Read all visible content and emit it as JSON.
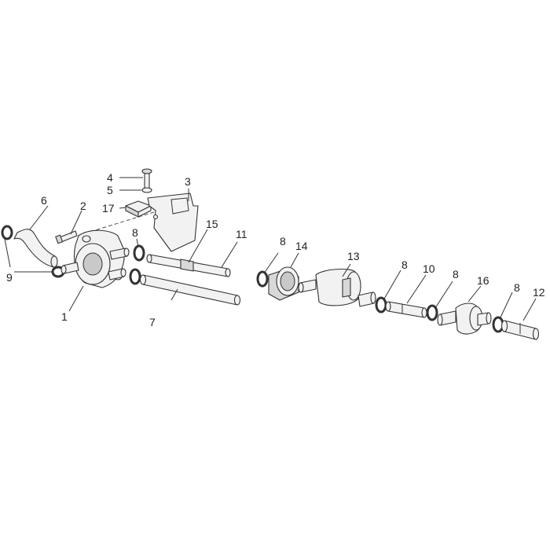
{
  "callouts": {
    "c1": "1",
    "c2": "2",
    "c3": "3",
    "c4": "4",
    "c5": "5",
    "c6": "6",
    "c7": "7",
    "c8a": "8",
    "c8b": "8",
    "c8c": "8",
    "c8d": "8",
    "c8e": "8",
    "c9": "9",
    "c10": "10",
    "c11": "11",
    "c12": "12",
    "c13": "13",
    "c14": "14",
    "c15": "15",
    "c16": "16",
    "c17": "17"
  }
}
